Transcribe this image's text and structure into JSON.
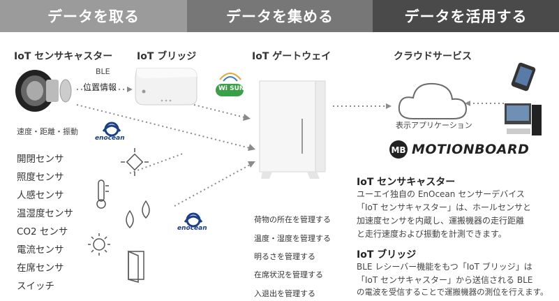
{
  "headers": [
    "データを取る",
    "データを集める",
    "データを活用する"
  ],
  "labels": {
    "iot_sensor_caster": "IoT センサキャスター",
    "iot_bridge": "IoT ブリッジ",
    "iot_gateway": "IoT ゲートウェイ",
    "cloud_service": "クラウドサービス",
    "ble": "BLE",
    "position_info": "位置情報",
    "speed_distance_vibration": "速度・距離・振動",
    "display_app": "表示アプリケーション",
    "wisun": "Wi SUN",
    "enocean": "enocean",
    "motionboard": "MOTIONBOARD"
  },
  "sensors": [
    "開閉センサ",
    "照度センサ",
    "人感センサ",
    "温湿度センサ",
    "CO2 センサ",
    "電流センサ",
    "在席センサ",
    "スイッチ"
  ],
  "usages": [
    "荷物の所在を管理する",
    "温度・湿度を管理する",
    "明るさを管理する",
    "在席状況を管理する",
    "入退出を管理する"
  ],
  "desc": {
    "caster_title": "IoT センサキャスター",
    "caster_lines": [
      "ユーエイ独自の EnOcean センサーデバイス",
      "「IoT センサキャスター」は、ホールセンサと",
      "加速度センサを内蔵し、運搬機器の走行距離",
      "と走行速度および振動を計測できます。"
    ],
    "bridge_title": "IoT ブリッジ",
    "bridge_lines": [
      "BLE レシーバー機能をもつ「IoT ブリッジ」は",
      "「IoT センサキャスター」から送信される BLE",
      "の電波を受信することで運搬機器の測位を行えます。"
    ]
  },
  "colors": {
    "band1": "#9b9b9b",
    "band2": "#777777",
    "band3": "#4a4a4a",
    "enocean_blue": "#1b3f8b",
    "wisun_green": "#3aa047"
  }
}
